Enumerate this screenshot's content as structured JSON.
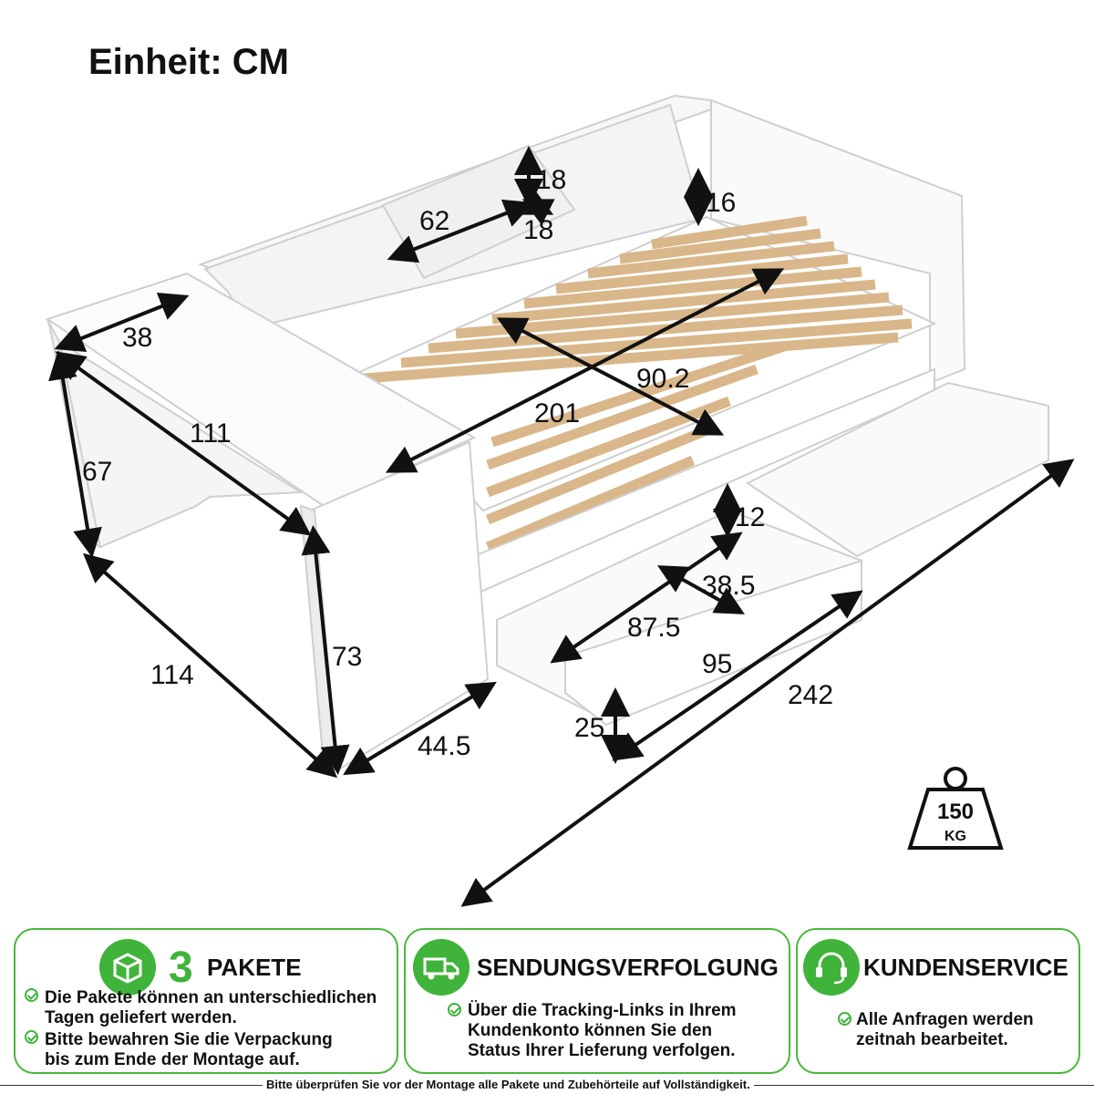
{
  "title": "Einheit: CM",
  "dimensions": {
    "shelf_height": "18",
    "shelf_length": "62",
    "shelf_depth": "18",
    "top_shelf_height": "16",
    "desk_depth": "38",
    "desk_length": "111",
    "desk_height": "67",
    "bed_width": "90.2",
    "bed_length": "201",
    "side_width": "114",
    "side_height": "73",
    "side_depth": "44.5",
    "drawer_height_inner": "12",
    "drawer_depth_inner": "38.5",
    "drawer_length_inner": "87.5",
    "drawer_length": "95",
    "drawer_height": "25",
    "total_length": "242"
  },
  "weight_badge": {
    "value": "150",
    "unit": "KG",
    "icon": "weight-icon"
  },
  "cards": [
    {
      "icon": "box-icon",
      "number": "3",
      "title": "PAKETE",
      "lines": [
        [
          "Die Pakete können an unterschiedlichen",
          "Tagen geliefert werden."
        ],
        [
          "Bitte bewahren Sie die Verpackung",
          "bis zum Ende der Montage auf."
        ]
      ]
    },
    {
      "icon": "truck-icon",
      "title": "SENDUNGSVERFOLGUNG",
      "lines": [
        [
          "Über die Tracking-Links in Ihrem",
          "Kundenkonto können Sie den",
          "Status Ihrer Lieferung verfolgen."
        ]
      ]
    },
    {
      "icon": "headset-icon",
      "title": "KUNDENSERVICE",
      "lines": [
        [
          "Alle Anfragen werden",
          "zeitnah bearbeitet."
        ]
      ]
    }
  ],
  "accent_color": "#3fb33a",
  "footer": "Bitte überprüfen Sie vor der Montage alle Pakete und Zubehörteile auf Vollständigkeit."
}
